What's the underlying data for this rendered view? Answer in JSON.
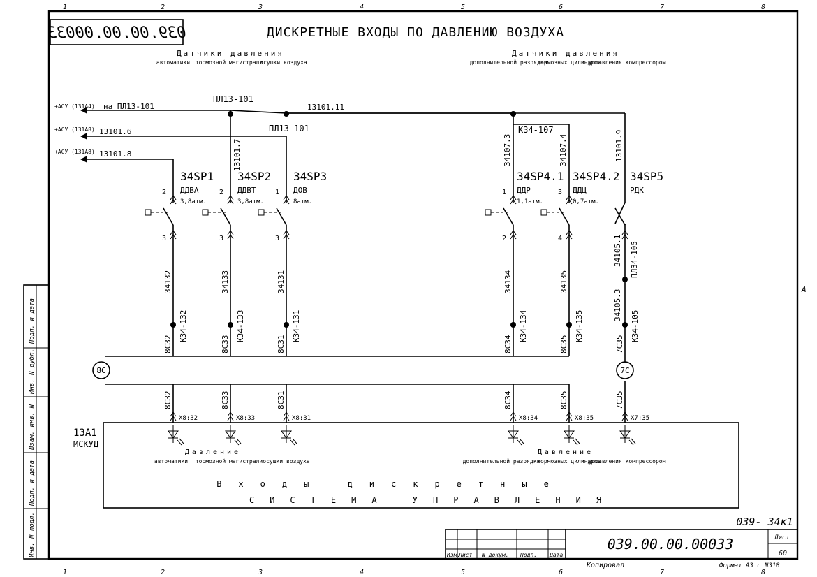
{
  "sheet": {
    "stamp_number": "039.00.00.00033",
    "title": "ДИСКРЕТНЫЕ ВХОДЫ ПО ДАВЛЕНИЮ ВОЗДУХА",
    "column_numbers": [
      "1",
      "2",
      "3",
      "4",
      "5",
      "6",
      "7",
      "8"
    ],
    "row_letter": "A",
    "sheet_code": "039- 34к1",
    "doc_number": "039.00.00.00033",
    "sheet_label": "Лист",
    "sheet_no": "60",
    "format_text": "Формат  А3  с N318",
    "copied_text": "Копировал",
    "stamp_headers": [
      "Изм.",
      "Лист",
      "N докум.",
      "Подп.",
      "Дата"
    ],
    "left_strip": [
      "Подп. и дата",
      "Инв. N дубл.",
      "Взам. инв. N",
      "Подп. и дата",
      "Инв. N подл."
    ]
  },
  "sensors": {
    "group_left_title": "Датчики давления",
    "group_left_sub": [
      "автоматики",
      "тормозной магистрали",
      "осушки воздуха"
    ],
    "group_right_title": "Датчики давления",
    "group_right_sub": [
      "дополнительной разрядки",
      "тормозных цилиндров",
      "управления компрессором"
    ]
  },
  "inputs": [
    {
      "label": "+АСУ (131А4)",
      "wire": "на ПЛ13-101"
    },
    {
      "label": "+АСУ (131А8)",
      "wire": "13101.6"
    },
    {
      "label": "+АСУ (131А8)",
      "wire": "13101.8"
    }
  ],
  "nodes": {
    "pl13_top": "ПЛ13-101",
    "pl13_bot": "ПЛ13-101",
    "bus_wire": "13101.11",
    "k34_107": "К34-107",
    "pl34_105": "ПЛ34-105"
  },
  "vertical_wires": [
    "13101.7",
    "34107.3",
    "34107.4",
    "13101.9",
    "34105.1",
    "34105.3"
  ],
  "devices": [
    {
      "id": "34SP1",
      "name": "ДДВА",
      "setting": "3,8атм.",
      "pin_top": "2",
      "pin_bot": "3",
      "wire": "34132",
      "term": "К34-132",
      "bus": "8С32",
      "xin": "Х8:32"
    },
    {
      "id": "34SP2",
      "name": "ДДВТ",
      "setting": "3,8атм.",
      "pin_top": "2",
      "pin_bot": "3",
      "wire": "34133",
      "term": "К34-133",
      "bus": "8С33",
      "xin": "Х8:33"
    },
    {
      "id": "34SP3",
      "name": "ДОВ",
      "setting": "8атм.",
      "pin_top": "1",
      "pin_bot": "3",
      "wire": "34131",
      "term": "К34-131",
      "bus": "8С31",
      "xin": "Х8:31"
    },
    {
      "id": "34SP4.1",
      "name": "ДДР",
      "setting": "1,1атм.",
      "pin_top": "1",
      "pin_bot": "2",
      "wire": "34134",
      "term": "К34-134",
      "bus": "8С34",
      "xin": "Х8:34"
    },
    {
      "id": "34SP4.2",
      "name": "ДДЦ",
      "setting": "0,7атм.",
      "pin_top": "3",
      "pin_bot": "4",
      "wire": "34135",
      "term": "К34-135",
      "bus": "8С35",
      "xin": "Х8:35"
    },
    {
      "id": "34SP5",
      "name": "РДК",
      "setting": "",
      "pin_top": "",
      "pin_bot": "",
      "wire": "",
      "term": "К34-105",
      "bus": "7С35",
      "xin": "Х7:35"
    }
  ],
  "cables": {
    "left": "8С",
    "right": "7С"
  },
  "unit": {
    "id": "13А1",
    "name": "МСКУД",
    "left_title": "Давление",
    "left_sub": [
      "автоматики",
      "тормозной магистрали",
      "осушки воздуха"
    ],
    "right_title": "Давление",
    "right_sub": [
      "дополнительной разрядки",
      "тормозных цилиндров",
      "управления компрессором"
    ],
    "line1": "Входы дискретные",
    "line2": "СИСТЕМА УПРАВЛЕНИЯ"
  }
}
